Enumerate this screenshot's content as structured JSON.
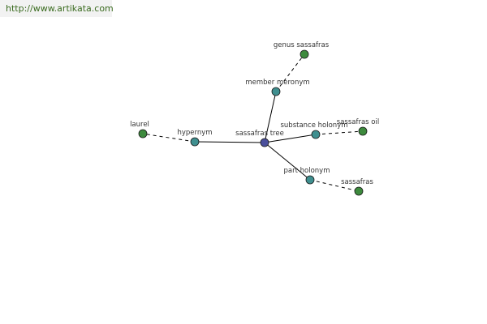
{
  "banner": {
    "url": "http://www.artikata.com"
  },
  "colors": {
    "center_node": "#4a4f9c",
    "relation_node": "#3f8f8f",
    "leaf_node": "#3d8a3d",
    "edge": "#000000"
  },
  "graph": {
    "nodes": [
      {
        "id": "center",
        "label": "sassafras tree",
        "kind": "center"
      },
      {
        "id": "hypernym",
        "label": "hypernym",
        "kind": "relation"
      },
      {
        "id": "laurel",
        "label": "laurel",
        "kind": "leaf"
      },
      {
        "id": "member",
        "label": "member meronym",
        "kind": "relation"
      },
      {
        "id": "genus",
        "label": "genus sassafras",
        "kind": "leaf"
      },
      {
        "id": "substance",
        "label": "substance holonym",
        "kind": "relation"
      },
      {
        "id": "oil",
        "label": "sassafras oil",
        "kind": "leaf"
      },
      {
        "id": "part",
        "label": "part holonym",
        "kind": "relation"
      },
      {
        "id": "sassafras",
        "label": "sassafras",
        "kind": "leaf"
      }
    ],
    "edges": [
      {
        "from": "center",
        "to": "hypernym",
        "style": "solid"
      },
      {
        "from": "center",
        "to": "member",
        "style": "solid"
      },
      {
        "from": "center",
        "to": "substance",
        "style": "solid"
      },
      {
        "from": "center",
        "to": "part",
        "style": "solid"
      },
      {
        "from": "hypernym",
        "to": "laurel",
        "style": "dashed"
      },
      {
        "from": "member",
        "to": "genus",
        "style": "dashed"
      },
      {
        "from": "substance",
        "to": "oil",
        "style": "dashed"
      },
      {
        "from": "part",
        "to": "sassafras",
        "style": "dashed"
      }
    ]
  }
}
